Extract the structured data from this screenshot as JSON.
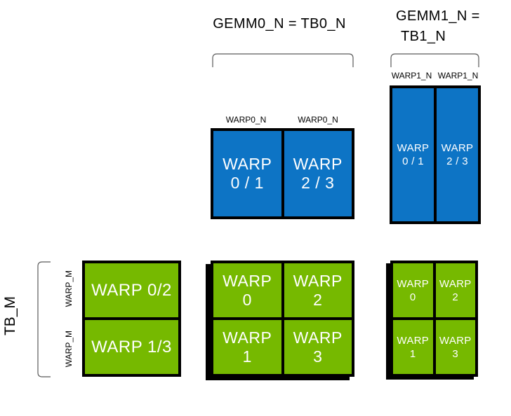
{
  "diagram": {
    "colors": {
      "blue": "#0d74c5",
      "green": "#76b900",
      "bracket": "#595959",
      "border": "#000000"
    },
    "title_left": "GEMM0_N = TB0_N",
    "title_right_line1": "GEMM1_N =",
    "title_right_line2": "TB1_N",
    "tb_m_label": "TB_M",
    "warp_m_labels": [
      "WARP_M",
      "WARP_M"
    ],
    "warp0_n_labels": [
      "WARP0_N",
      "WARP0_N"
    ],
    "warp1_n_labels": [
      "WARP1_N",
      "WARP1_N"
    ],
    "gemm0_block": {
      "cells": [
        {
          "l1": "WARP",
          "l2": "0 / 1"
        },
        {
          "l1": "WARP",
          "l2": "2 / 3"
        }
      ]
    },
    "gemm1_block": {
      "cells": [
        {
          "l1": "WARP",
          "l2": "0 / 1"
        },
        {
          "l1": "WARP",
          "l2": "2 / 3"
        }
      ]
    },
    "tb_block": {
      "cells": [
        "WARP 0/2",
        "WARP 1/3"
      ]
    },
    "accum0_block": {
      "cells": [
        {
          "l1": "WARP",
          "l2": "0"
        },
        {
          "l1": "WARP",
          "l2": "2"
        },
        {
          "l1": "WARP",
          "l2": "1"
        },
        {
          "l1": "WARP",
          "l2": "3"
        }
      ]
    },
    "accum1_block": {
      "cells": [
        {
          "l1": "WARP",
          "l2": "0"
        },
        {
          "l1": "WARP",
          "l2": "2"
        },
        {
          "l1": "WARP",
          "l2": "1"
        },
        {
          "l1": "WARP",
          "l2": "3"
        }
      ]
    }
  }
}
